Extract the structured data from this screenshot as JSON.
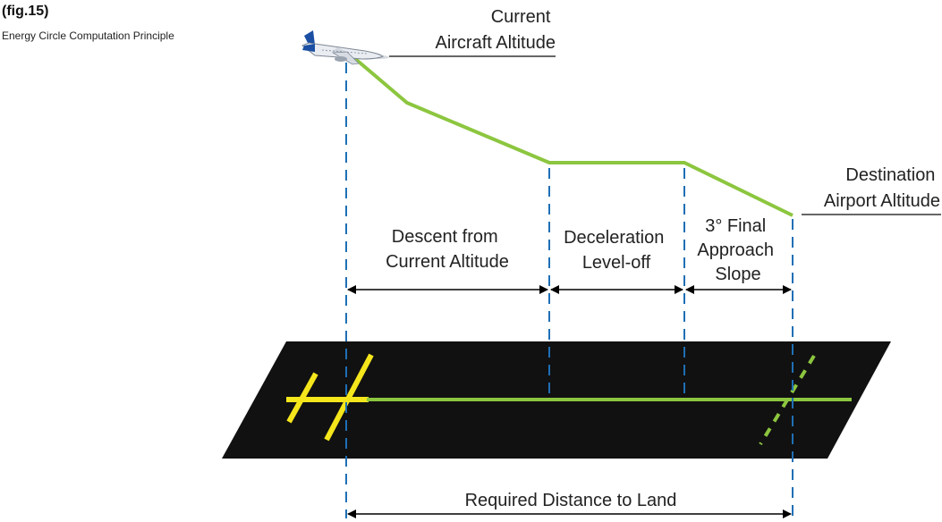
{
  "figure": {
    "number": "(fig.15)",
    "caption": "Energy Circle Computation Principle"
  },
  "labels": {
    "current_altitude": [
      "Current",
      "Aircraft Altitude"
    ],
    "destination_altitude": [
      "Destination",
      "Airport Altitude"
    ],
    "descent": [
      "Descent from",
      "Current Altitude"
    ],
    "deceleration": [
      "Deceleration",
      "Level-off"
    ],
    "final_approach": [
      "3° Final",
      "Approach",
      "Slope"
    ],
    "required_distance": "Required Distance to Land"
  },
  "colors": {
    "profile_line": "#8cc63f",
    "guide_dash": "#1f6fb5",
    "runway": "#111111",
    "runway_marking": "#f5e61c",
    "text": "#222222"
  },
  "icons": {
    "aircraft": "airplane-icon"
  }
}
